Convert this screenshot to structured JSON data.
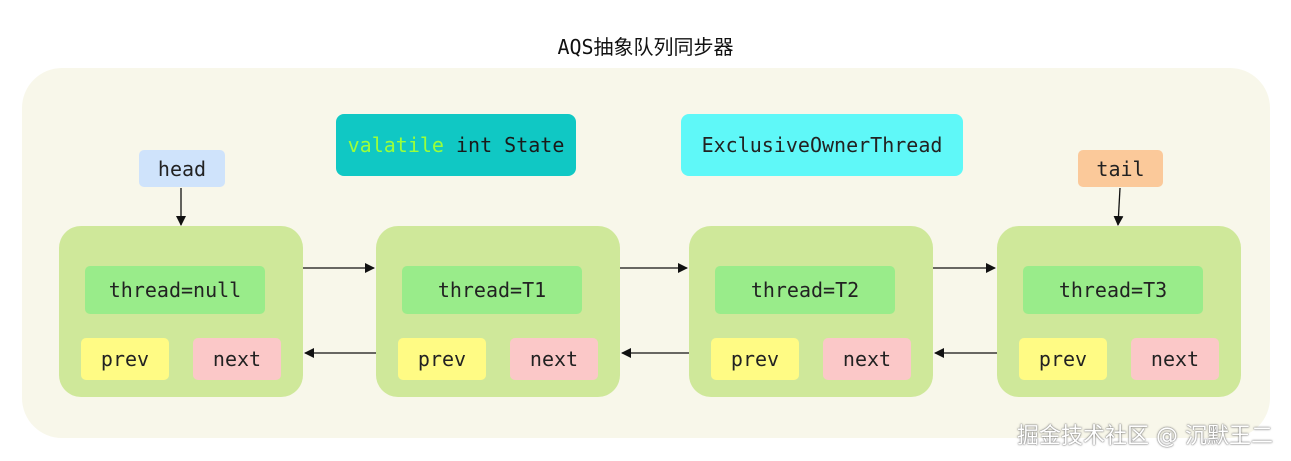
{
  "title": "AQS抽象队列同步器",
  "state": {
    "keyword": "valatile",
    "rest": " int State"
  },
  "owner_thread": "ExclusiveOwnerThread",
  "head_label": "head",
  "tail_label": "tail",
  "nodes": [
    {
      "thread": "thread=null",
      "prev": "prev",
      "next": "next"
    },
    {
      "thread": "thread=T1",
      "prev": "prev",
      "next": "next"
    },
    {
      "thread": "thread=T2",
      "prev": "prev",
      "next": "next"
    },
    {
      "thread": "thread=T3",
      "prev": "prev",
      "next": "next"
    }
  ],
  "watermark": "掘金技术社区 @ 沉默王二",
  "colors": {
    "container": "#f8f7ea",
    "state_box": "#10c8c4",
    "state_keyword": "#9bff3a",
    "owner_box": "#5ff8f8",
    "head_label": "#cfe3fb",
    "tail_label": "#fbc99a",
    "node": "#cfe89a",
    "thread_field": "#99ec8a",
    "prev_field": "#fffb84",
    "next_field": "#fbc8c8"
  }
}
